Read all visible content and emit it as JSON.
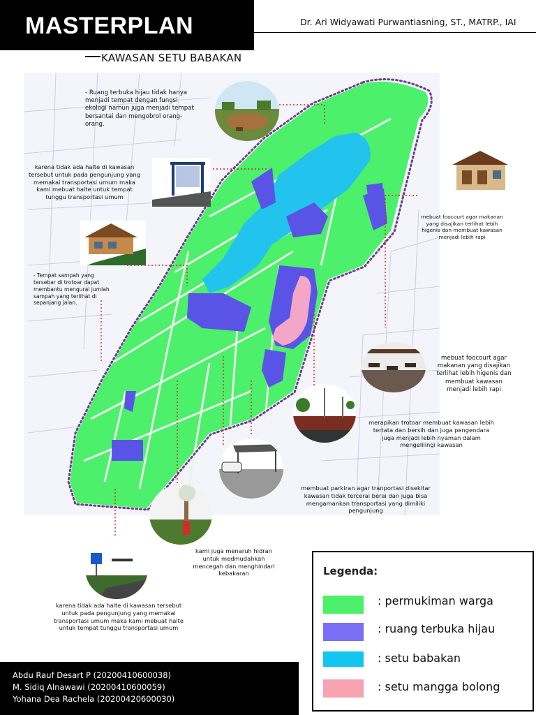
{
  "header": {
    "title": "MASTERPLAN",
    "author": "Dr. Ari Widyawati Purwantiasning, ST., MATRP., IAI",
    "subtitle": "KAWASAN SETU BABAKAN"
  },
  "notes": {
    "rth": "- Ruang terbuka hijau tidak hanya menjadi tempat dengan fungsi ekologi namun juga menjadi tempat bersantai dan mengobrol orang-orang.",
    "halte_top": "karena tidak ada halte di kawasan tersebut untuk pada pengunjung yang memakai transportasi umum maka kami mebuat halte untuk tempat tunggu transportasi umum",
    "sampah": "- Tempat sampah yang tersebar di trotoar dapat membantu mengurai jumlah sampah yang terlihat di sepanjang jalan.",
    "foodcourt_small": "mebuat foocourt agar makanan yang disajikan terlihat lebih higenis dan membuat kawasan menjadi lebih rapi",
    "foodcourt": "mebuat foocourt agar makanan yang disajikan terlihat lebih higenis dan membuat kawasan menjadi lebih rapi",
    "trotoar": "merapikan trotoar membuat kawasan lebih tertata dan bersih dan juga pengendara juga menjadi lebih nyaman dalam mengelilingi kawasan",
    "parkiran": "membuat parkiran agar tranportasi disekitar kawasan tidak tercerai berai dan juga bisa mengamankan transportasi yang dimiliki pengunjung",
    "hidran": "kami juga menaruh hidran untuk medmudahkan mencegah dan menghindari kebakaran",
    "halte_bottom": "karena tidak ada halte di kawasan tersebut untuk pada pengunjung yang  memakai transportasi umum maka kami mebuat halte untuk tempat tunggu transportasi umum"
  },
  "legend": {
    "title": "Legenda:",
    "items": [
      {
        "label": ": permukiman warga",
        "color": "#4cf06a"
      },
      {
        "label": ": ruang terbuka hijau",
        "color": "#7a6ef5"
      },
      {
        "label": ": setu babakan",
        "color": "#12c6f0"
      },
      {
        "label": ": setu mangga bolong",
        "color": "#f7a3b2"
      }
    ]
  },
  "colors": {
    "settlement": "#4cf06a",
    "open_space": "#5a54e6",
    "lake": "#22c4ee",
    "pond": "#f4a6c8",
    "boundary": "#6b3d8f",
    "leader": "#e02020"
  },
  "team": [
    "Abdu Rauf Desart P (20200410600038)",
    "M. Sidiq Alnawawi (20200410600059)",
    "Yohana Dea Rachela (20200420600030)"
  ]
}
